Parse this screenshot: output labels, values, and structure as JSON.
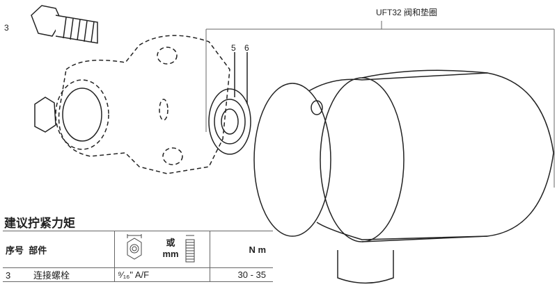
{
  "callouts": {
    "assembly": "UFT32 阀和垫圈",
    "bolt": "3",
    "part5": "5",
    "part6": "6"
  },
  "torque": {
    "title": "建议拧紧力矩",
    "headers": {
      "item": "序号",
      "part": "部件",
      "or": "或",
      "mm": "mm",
      "unit": "N m"
    },
    "rows": [
      {
        "item": "3",
        "part": "连接螺栓",
        "size": "⁹⁄₁₆\" A/F",
        "torque": "30 - 35"
      }
    ]
  }
}
